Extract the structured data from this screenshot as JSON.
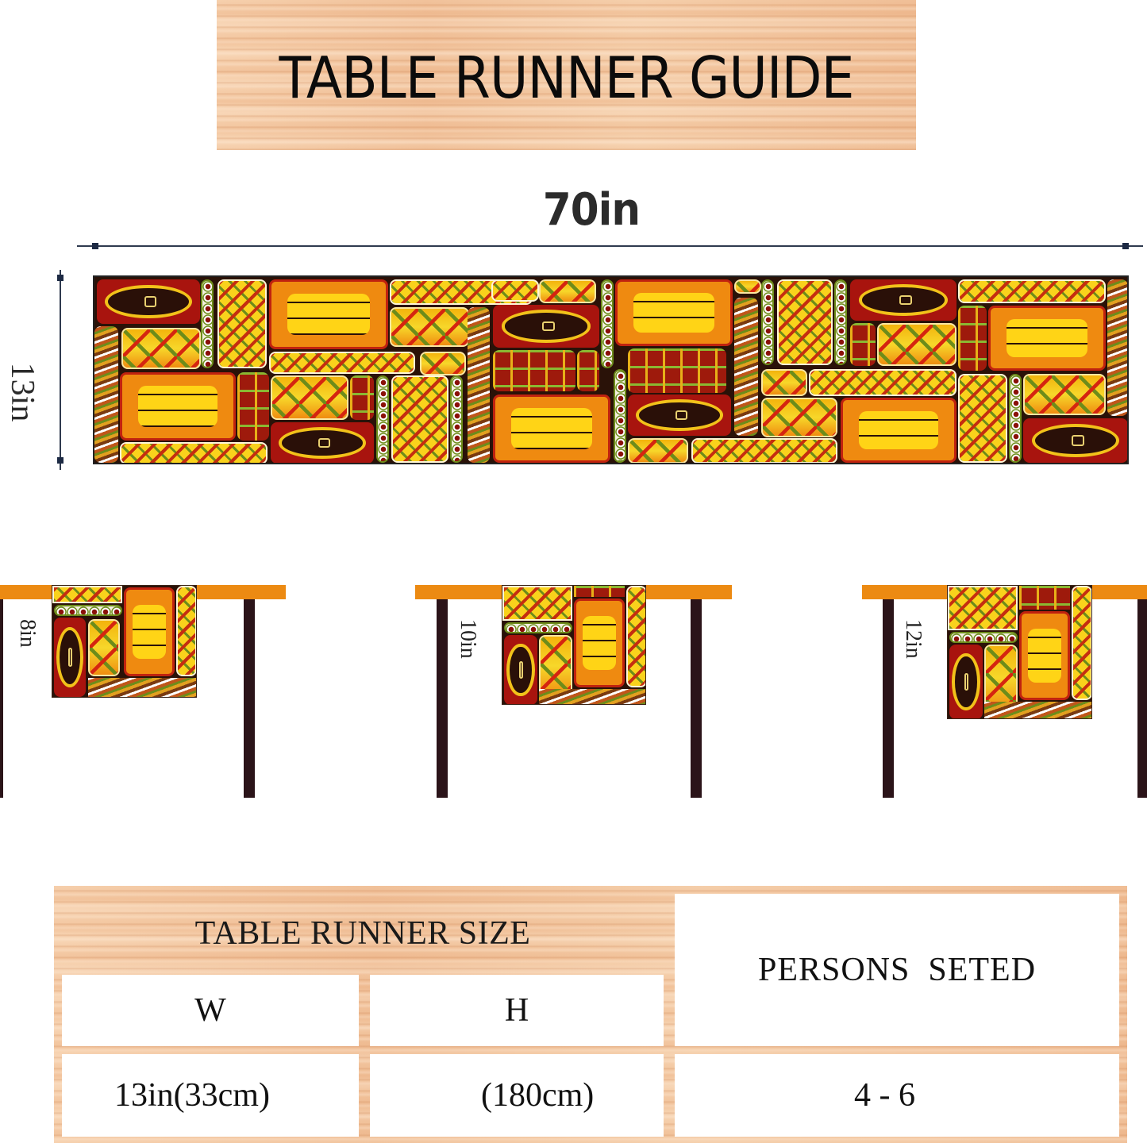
{
  "title": "TABLE RUNNER GUIDE",
  "dimensions": {
    "length_label": "70in",
    "width_label": "13in"
  },
  "drop_examples": [
    {
      "label": "8in"
    },
    {
      "label": "10in"
    },
    {
      "label": "12in"
    }
  ],
  "size_table": {
    "header": "TABLE RUNNER SIZE",
    "columns": [
      "W",
      "H"
    ],
    "values": [
      "13in(33cm)",
      "(180cm)"
    ],
    "persons_header": "PERSONS  SETED",
    "persons_value": "4 - 6"
  },
  "colors": {
    "wood": "#f3c9a4",
    "tabletop": "#ec8a12",
    "table_leg": "#2b1419",
    "dimension_line": "#2f3a4f",
    "pattern_red": "#a8140e",
    "pattern_yellow": "#ffd416",
    "pattern_orange": "#ef8a10",
    "pattern_green": "#6d8c1a",
    "pattern_dark": "#2a1008"
  }
}
